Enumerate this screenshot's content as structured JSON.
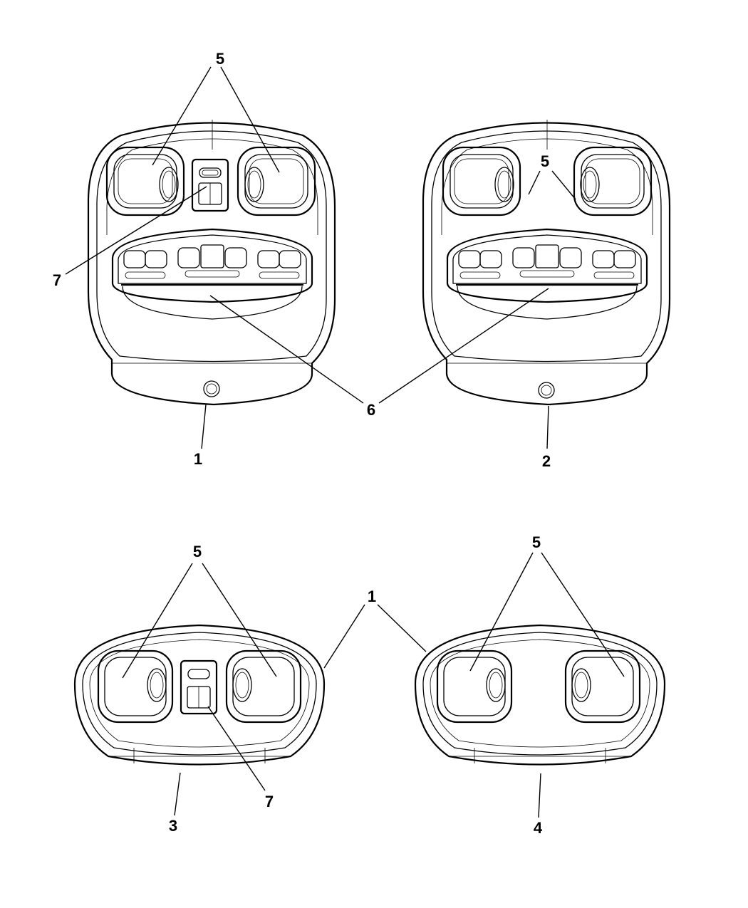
{
  "callouts": {
    "c1": "5",
    "c2": "7",
    "c3": "6",
    "c4": "1",
    "c5": "5",
    "c6": "2",
    "c7": "5",
    "c8": "1",
    "c9": "7",
    "c10": "3",
    "c11": "5",
    "c12": "4"
  }
}
